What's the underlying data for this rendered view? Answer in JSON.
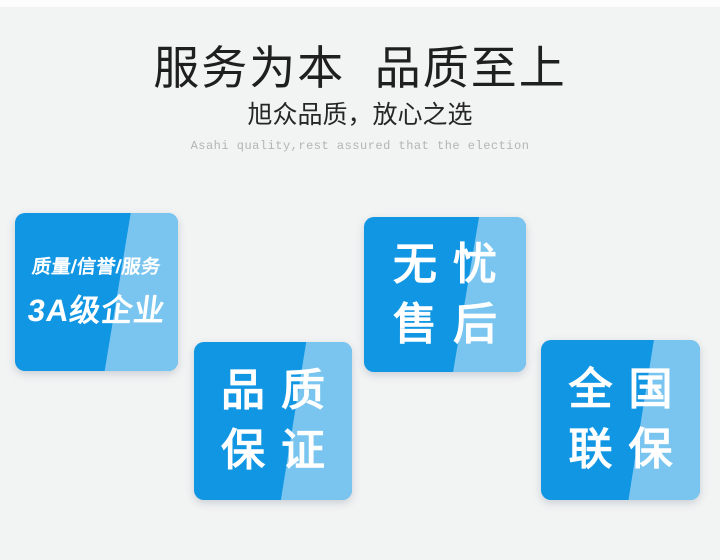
{
  "page": {
    "background_color": "#f2f3f3",
    "top_strip_color": "#fdfdfd"
  },
  "header": {
    "title": "服务为本  品质至上",
    "subtitle": "旭众品质，放心之选",
    "subtitle_en": "Asahi quality,rest assured that the election"
  },
  "badges": {
    "accent_dark": "#1196e3",
    "accent_light": "#79c5f0",
    "text_color": "#ffffff",
    "items": [
      {
        "id": "3a-enterprise",
        "line1": "质量/信誉/服务",
        "line2": "3A级企业"
      },
      {
        "id": "quality-guarantee",
        "line1": "品质",
        "line2": "保证"
      },
      {
        "id": "worry-free-aftersales",
        "line1": "无忧",
        "line2": "售后"
      },
      {
        "id": "national-warranty",
        "line1": "全国",
        "line2": "联保"
      }
    ]
  }
}
